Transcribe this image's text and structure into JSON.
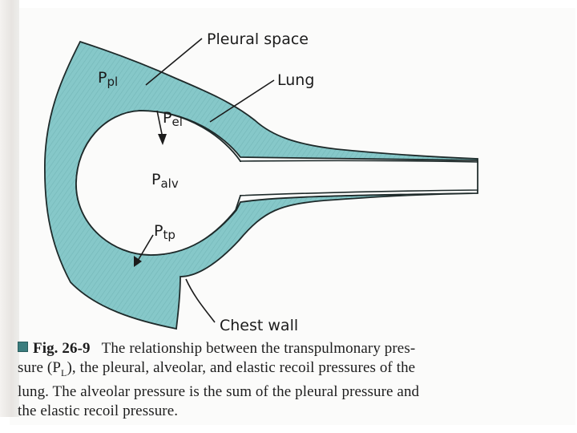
{
  "labels": {
    "pleural_space": "Pleural space",
    "lung": "Lung",
    "p_pl_main": "P",
    "p_pl_sub": "pl",
    "p_el_main": "P",
    "p_el_sub": "el",
    "p_alv_main": "P",
    "p_alv_sub": "alv",
    "p_tp_main": "P",
    "p_tp_sub": "tp",
    "chest_wall": "Chest wall"
  },
  "caption": {
    "figure_number": "Fig. 26-9",
    "line1": "The relationship between the transpulmonary pres-",
    "line2": "sure (P",
    "line2_sub": "L",
    "line2_rest": "), the pleural, alveolar, and elastic recoil pressures of the",
    "line3": "lung. The alveolar pressure is the sum of the pleural pressure and",
    "line4": "the elastic recoil pressure."
  },
  "colors": {
    "fill": "#86c8c9",
    "stroke": "#1e2a2a"
  }
}
